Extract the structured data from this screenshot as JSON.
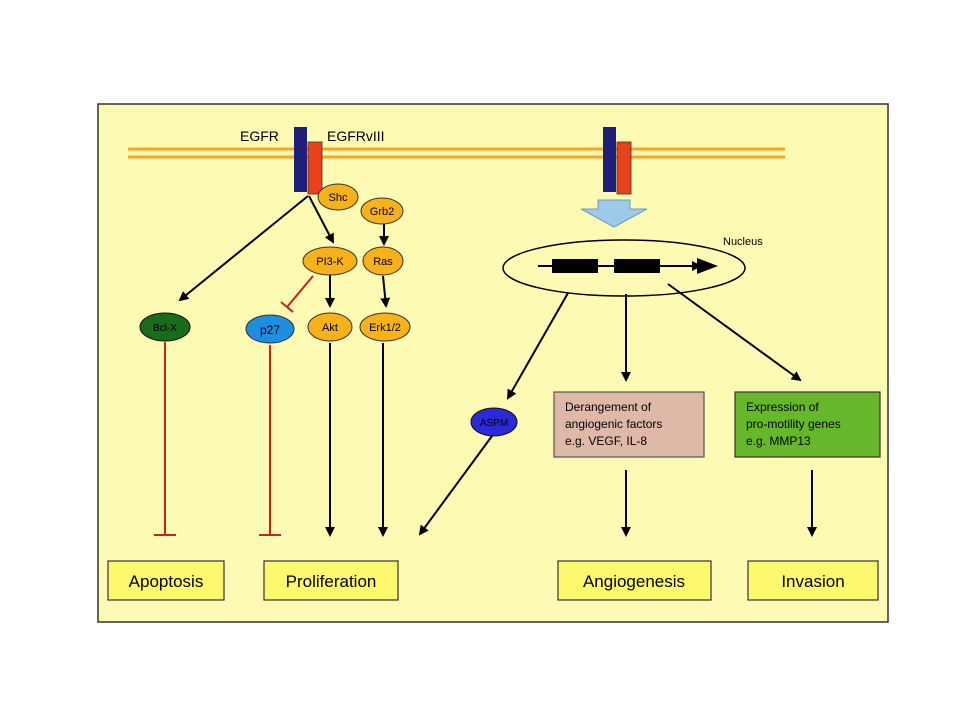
{
  "receptors": {
    "egfr_label": "EGFR",
    "egfrviii_label": "EGFRvIII"
  },
  "nucleus": {
    "label": "Nucleus"
  },
  "nodes": {
    "shc": "Shc",
    "grb2": "Grb2",
    "pi3k": "PI3-K",
    "ras": "Ras",
    "bclx": "Bcl-X",
    "p27": "p27",
    "akt": "Akt",
    "erk": "Erk1/2",
    "aspm": "ASPM"
  },
  "boxes": {
    "angio_factors": [
      "Derangement of",
      "angiogenic factors",
      "e.g. VEGF, IL-8"
    ],
    "motility": [
      "Expression of",
      "pro-motility genes",
      "e.g. MMP13"
    ]
  },
  "outcomes": {
    "apoptosis": "Apoptosis",
    "proliferation": "Proliferation",
    "angiogenesis": "Angiogenesis",
    "invasion": "Invasion"
  },
  "colors": {
    "panel_bg": "#fdfbb3",
    "membrane": "#f5a623",
    "receptor_blue": "#1f1f7a",
    "receptor_red": "#e8431a",
    "node_orange": "#f7b21b",
    "bclx_green": "#1a6b1a",
    "p27_blue": "#1e8fe0",
    "aspm_blue": "#2a2ad6",
    "angio_box": "#e0b8a8",
    "motility_box": "#66b82a",
    "outcome_box": "#fdf86e",
    "inhibit_red": "#cc1f1f",
    "downshift_arrow": "#9ec9e8"
  }
}
